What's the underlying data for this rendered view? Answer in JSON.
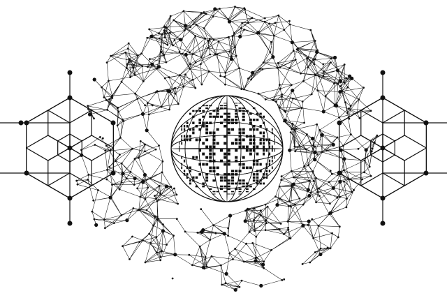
{
  "artwork": {
    "background": "#ffffff",
    "ink": "#111111",
    "elements": [
      "network-ring-illustration",
      "grid-sphere-illustration",
      "left-hexagon-node-cluster",
      "right-hexagon-node-cluster"
    ]
  }
}
